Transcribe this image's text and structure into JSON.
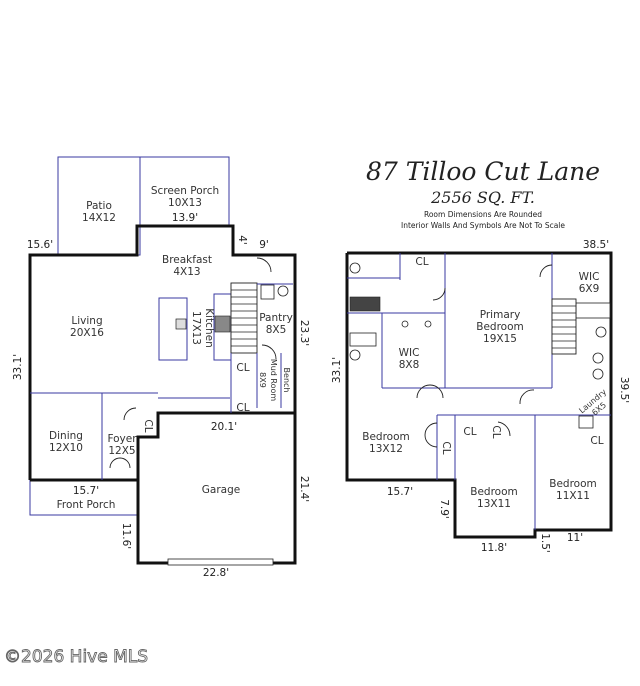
{
  "header": {
    "address": "87 Tilloo Cut Lane",
    "square_feet": "2556 SQ. FT.",
    "note_1": "Room Dimensions Are Rounded",
    "note_2": "Interior Walls And Symbols Are Not To Scale"
  },
  "first_floor": {
    "rooms": {
      "patio": {
        "name": "Patio",
        "size": "14X12"
      },
      "screen_porch": {
        "name": "Screen Porch",
        "size": "10X13"
      },
      "breakfast": {
        "name": "Breakfast",
        "size": "4X13"
      },
      "living": {
        "name": "Living",
        "size": "20X16"
      },
      "kitchen": {
        "name": "Kitchen",
        "size": "17X13"
      },
      "pantry": {
        "name": "Pantry",
        "size": "8X5"
      },
      "mud_room": {
        "name": "Mud Room",
        "size": "8X9"
      },
      "bench": "Bench",
      "cl1": "CL",
      "cl2": "CL",
      "cl3": "CL",
      "dining": {
        "name": "Dining",
        "size": "12X10"
      },
      "foyer": {
        "name": "Foyer",
        "size": "12X5"
      },
      "front_porch": {
        "name": "Front Porch"
      },
      "garage": {
        "name": "Garage"
      }
    },
    "dimensions": {
      "d1": "15.6'",
      "d2": "13.9'",
      "d3": "4'",
      "d4": "9'",
      "d5": "33.1'",
      "d6": "23.3'",
      "d7": "20.1'",
      "d8": "15.7'",
      "d9": "21.4'",
      "d10": "11.6'",
      "d11": "22.8'"
    }
  },
  "second_floor": {
    "rooms": {
      "cl_top": "CL",
      "wic1": {
        "name": "WIC",
        "size": "6X9"
      },
      "primary": {
        "name": "Primary",
        "name2": "Bedroom",
        "size": "19X15"
      },
      "wic2": {
        "name": "WIC",
        "size": "8X8"
      },
      "laundry": {
        "name": "Laundry",
        "size": "6X5"
      },
      "bed1": {
        "name": "Bedroom",
        "size": "13X12"
      },
      "bed2": {
        "name": "Bedroom",
        "size": "13X11"
      },
      "bed3": {
        "name": "Bedroom",
        "size": "11X11"
      },
      "cl_a": "CL",
      "cl_b": "CL",
      "cl_c": "CL",
      "cl_d": "CL"
    },
    "dimensions": {
      "d1": "38.5'",
      "d2": "33.1'",
      "d3": "39.5'",
      "d4": "15.7'",
      "d5": "7.9'",
      "d6": "11.8'",
      "d7": "1.5'",
      "d8": "11'"
    }
  },
  "watermark": "©2026 Hive MLS"
}
